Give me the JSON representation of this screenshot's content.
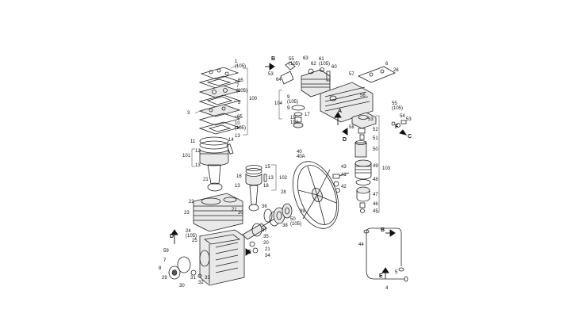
{
  "callouts": [
    {
      "id": "c1",
      "text": "1\n(105)"
    },
    {
      "id": "c65a",
      "text": "65"
    },
    {
      "id": "c7",
      "text": "7\n(105)"
    },
    {
      "id": "c2",
      "text": "2"
    },
    {
      "id": "c3",
      "text": "3"
    },
    {
      "id": "c65b",
      "text": "65"
    },
    {
      "id": "c10",
      "text": "10\n(105)"
    },
    {
      "id": "c100",
      "text": "100"
    },
    {
      "id": "c11",
      "text": "11"
    },
    {
      "id": "c12",
      "text": "12"
    },
    {
      "id": "c101",
      "text": "101"
    },
    {
      "id": "c13a",
      "text": "13"
    },
    {
      "id": "c14",
      "text": "14"
    },
    {
      "id": "c13b",
      "text": "13"
    },
    {
      "id": "c21a",
      "text": "21"
    },
    {
      "id": "c15",
      "text": "15"
    },
    {
      "id": "c16",
      "text": "16"
    },
    {
      "id": "c13c",
      "text": "13"
    },
    {
      "id": "c13d",
      "text": "13"
    },
    {
      "id": "c18",
      "text": "18"
    },
    {
      "id": "c102",
      "text": "102"
    },
    {
      "id": "c22",
      "text": "22"
    },
    {
      "id": "c23",
      "text": "23"
    },
    {
      "id": "c21b",
      "text": "21"
    },
    {
      "id": "c20a",
      "text": "20"
    },
    {
      "id": "c24",
      "text": "24\n(105)"
    },
    {
      "id": "c25",
      "text": "25"
    },
    {
      "id": "c59",
      "text": "59"
    },
    {
      "id": "c7b",
      "text": "7"
    },
    {
      "id": "c8",
      "text": "8"
    },
    {
      "id": "c29",
      "text": "29"
    },
    {
      "id": "c30",
      "text": "30"
    },
    {
      "id": "c31",
      "text": "31"
    },
    {
      "id": "c32",
      "text": "32"
    },
    {
      "id": "c33",
      "text": "33"
    },
    {
      "id": "c36",
      "text": "36"
    },
    {
      "id": "c37",
      "text": "37"
    },
    {
      "id": "c35",
      "text": "35"
    },
    {
      "id": "c20b",
      "text": "20"
    },
    {
      "id": "c21c",
      "text": "21"
    },
    {
      "id": "c34",
      "text": "34"
    },
    {
      "id": "c28",
      "text": "28"
    },
    {
      "id": "c38",
      "text": "38"
    },
    {
      "id": "c50",
      "text": "50\n(105)"
    },
    {
      "id": "c39",
      "text": "39"
    },
    {
      "id": "c40",
      "text": "40\n40A"
    },
    {
      "id": "c43",
      "text": "43"
    },
    {
      "id": "c41",
      "text": "41"
    },
    {
      "id": "c42",
      "text": "42"
    },
    {
      "id": "c55a",
      "text": "55\n(105)"
    },
    {
      "id": "c63",
      "text": "63"
    },
    {
      "id": "c62",
      "text": "62"
    },
    {
      "id": "c61",
      "text": "61\n(105)"
    },
    {
      "id": "c60",
      "text": "60"
    },
    {
      "id": "c53a",
      "text": "53"
    },
    {
      "id": "c64",
      "text": "64"
    },
    {
      "id": "c104",
      "text": "104"
    },
    {
      "id": "c9a",
      "text": "9\n(105)"
    },
    {
      "id": "c9b",
      "text": "9"
    },
    {
      "id": "c19",
      "text": "19\n19A"
    },
    {
      "id": "c17",
      "text": "17"
    },
    {
      "id": "c57",
      "text": "57"
    },
    {
      "id": "c56",
      "text": "56"
    },
    {
      "id": "c6",
      "text": "6"
    },
    {
      "id": "c26",
      "text": "26"
    },
    {
      "id": "c55b",
      "text": "55\n(105)"
    },
    {
      "id": "c54",
      "text": "54"
    },
    {
      "id": "c53b",
      "text": "53"
    },
    {
      "id": "c58",
      "text": "58"
    },
    {
      "id": "c53c",
      "text": "53"
    },
    {
      "id": "c52",
      "text": "52"
    },
    {
      "id": "c51",
      "text": "51"
    },
    {
      "id": "c50b",
      "text": "50"
    },
    {
      "id": "c49",
      "text": "49"
    },
    {
      "id": "c103",
      "text": "103"
    },
    {
      "id": "c48",
      "text": "48"
    },
    {
      "id": "c47",
      "text": "47"
    },
    {
      "id": "c46",
      "text": "46"
    },
    {
      "id": "c45",
      "text": "45"
    },
    {
      "id": "c44",
      "text": "44"
    },
    {
      "id": "c5",
      "text": "5"
    },
    {
      "id": "c4",
      "text": "4"
    }
  ],
  "view_markers": [
    {
      "id": "mB1",
      "text": "B"
    },
    {
      "id": "mA",
      "text": "A"
    },
    {
      "id": "mD1",
      "text": "D"
    },
    {
      "id": "mF",
      "text": "F"
    },
    {
      "id": "mC",
      "text": "C"
    },
    {
      "id": "mD2",
      "text": "D"
    },
    {
      "id": "mE1",
      "text": "E"
    },
    {
      "id": "mB2",
      "text": "B"
    },
    {
      "id": "mE2",
      "text": "E"
    }
  ]
}
